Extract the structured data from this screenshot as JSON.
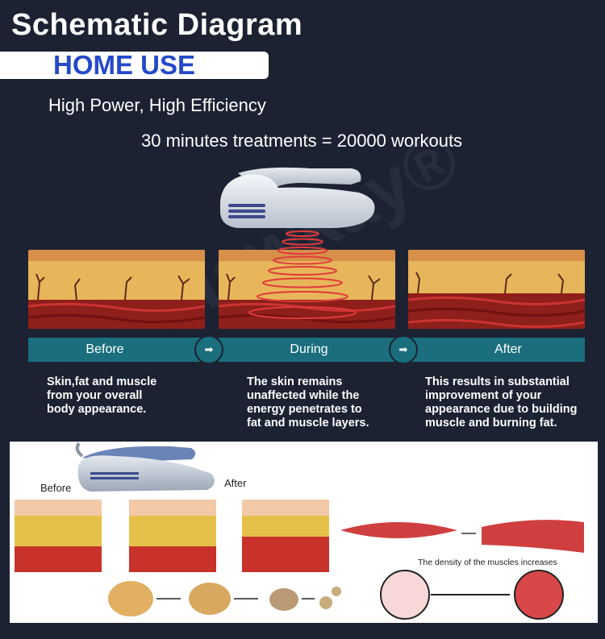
{
  "title": "Schematic Diagram",
  "banner": "HOME USE",
  "tagline1": "High Power, High Efficiency",
  "tagline2": "30 minutes treatments = 20000 workouts",
  "watermark": "Flawkay®",
  "steps": [
    {
      "label": "Before",
      "desc": [
        "Skin,fat and muscle",
        "from your overall",
        "body appearance."
      ]
    },
    {
      "label": "During",
      "desc": [
        "The skin remains",
        "unaffected while the",
        "energy penetrates to",
        "fat and muscle layers."
      ]
    },
    {
      "label": "After",
      "desc": [
        "This results in substantial",
        "improvement of your",
        "appearance due to building",
        "muscle and burning fat."
      ]
    }
  ],
  "illustration": {
    "before_label": "Before",
    "after_label": "After",
    "density_text": "The density of the muscles increases"
  },
  "colors": {
    "background": "#1c2232",
    "accent_blue": "#2449c9",
    "step_teal": "#1a6e7d",
    "wave_red": "#e03a3a"
  },
  "icons": [
    "arrow-right-icon",
    "device-icon"
  ]
}
